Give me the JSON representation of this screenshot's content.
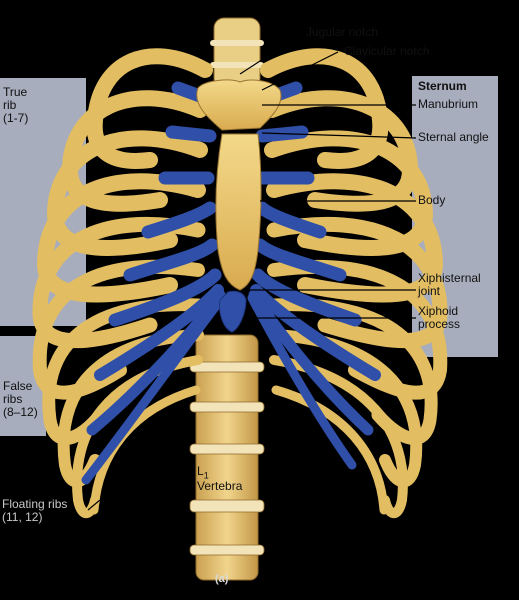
{
  "colors": {
    "background": "#000000",
    "panel": "#a7adbd",
    "bone": "#e8c46a",
    "bone_shadow": "#b98c3a",
    "cartilage": "#2f4fa8",
    "cartilage_dark": "#1e3680",
    "leader": "#000000"
  },
  "labels": {
    "jugular_notch": "Jugular notch",
    "clavicular_notch": "Clavicular notch",
    "sternum_heading": "Sternum",
    "manubrium": "Manubrium",
    "sternal_angle": "Sternal angle",
    "body": "Body",
    "xiphisternal_joint": "Xiphisternal\njoint",
    "xiphoid_process": "Xiphoid\nprocess",
    "true_rib": "True\nrib\n(1-7)",
    "false_ribs": "False\nribs\n(8–12)",
    "floating_ribs": "Floating ribs\n(11, 12)",
    "l1_vertebra_l": "L",
    "l1_vertebra_sub": "1",
    "l1_vertebra_word": "Vertebra",
    "figure_letter": "(a)"
  }
}
